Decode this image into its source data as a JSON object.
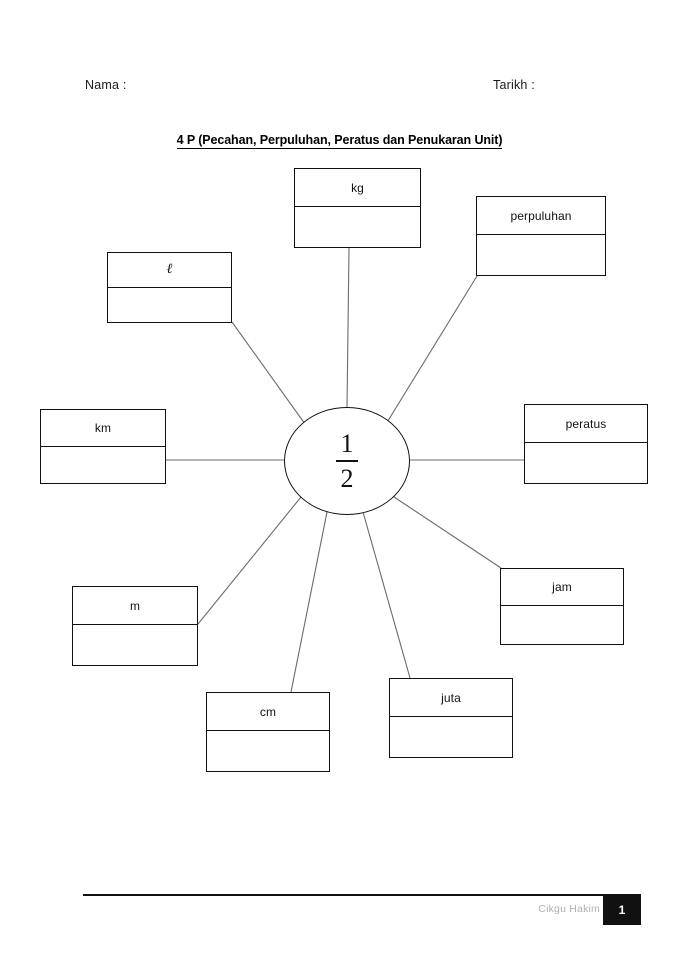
{
  "header": {
    "nama_label": "Nama :",
    "tarikh_label": "Tarikh :",
    "title": "4 P (Pecahan, Perpuluhan, Peratus dan Penukaran Unit)"
  },
  "center": {
    "numerator": "1",
    "denominator": "2"
  },
  "nodes": [
    {
      "id": "kg",
      "label": "kg"
    },
    {
      "id": "perpuluhan",
      "label": "perpuluhan"
    },
    {
      "id": "liter",
      "label": "ℓ"
    },
    {
      "id": "peratus",
      "label": "peratus"
    },
    {
      "id": "km",
      "label": "km"
    },
    {
      "id": "jam",
      "label": "jam"
    },
    {
      "id": "m",
      "label": "m"
    },
    {
      "id": "juta",
      "label": "juta"
    },
    {
      "id": "cm",
      "label": "cm"
    }
  ],
  "footer": {
    "credit": "Cikgu Hakim",
    "page_number": "1"
  },
  "colors": {
    "ink": "#111111",
    "credit": "#b0b0b0",
    "page_badge_bg": "#111111",
    "paper": "#ffffff"
  }
}
